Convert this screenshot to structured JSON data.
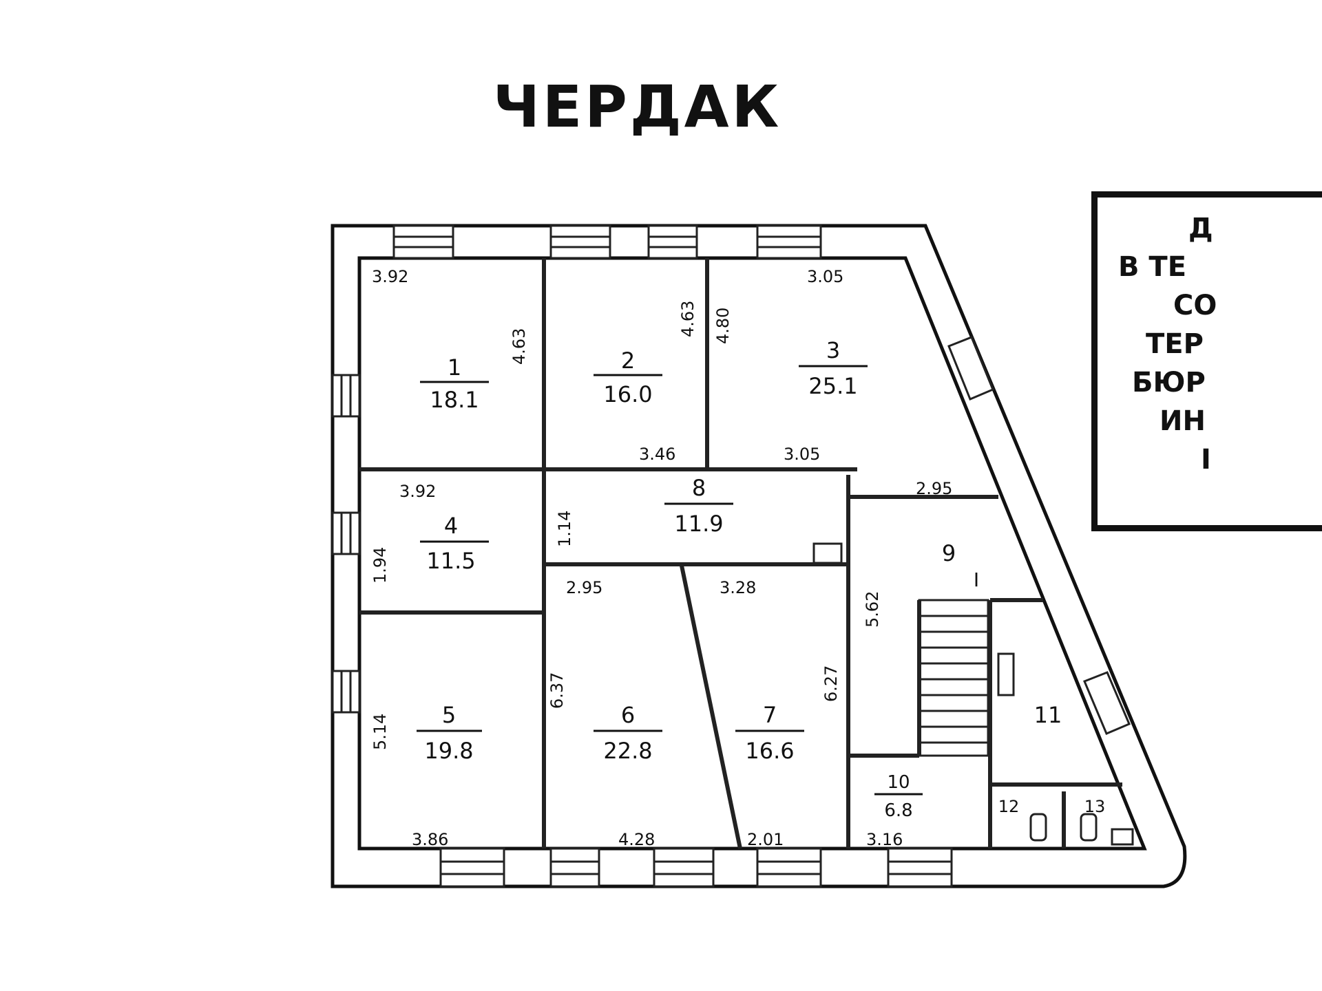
{
  "title": "ЧЕРДАК",
  "stamp_lines": [
    "Д",
    "В ТЕ",
    "СО",
    "ТЕР",
    "БЮР",
    "ИН",
    "I"
  ],
  "rooms": [
    {
      "num": "1",
      "area": "18.1"
    },
    {
      "num": "2",
      "area": "16.0"
    },
    {
      "num": "3",
      "area": "25.1"
    },
    {
      "num": "4",
      "area": "11.5"
    },
    {
      "num": "5",
      "area": "19.8"
    },
    {
      "num": "6",
      "area": "22.8"
    },
    {
      "num": "7",
      "area": "16.6"
    },
    {
      "num": "8",
      "area": "11.9"
    },
    {
      "num": "9",
      "area": ""
    },
    {
      "num": "10",
      "area": "6.8"
    },
    {
      "num": "11",
      "area": ""
    },
    {
      "num": "12",
      "area": ""
    },
    {
      "num": "13",
      "area": ""
    }
  ],
  "stair_label": "I",
  "dimensions": [
    "3.92",
    "4.63",
    "4.63",
    "4.80",
    "3.05",
    "3.46",
    "3.05",
    "3.92",
    "1.14",
    "2.95",
    "1.94",
    "2.95",
    "3.28",
    "5.62",
    "6.37",
    "6.27",
    "5.14",
    "3.86",
    "4.28",
    "2.01",
    "3.16"
  ]
}
